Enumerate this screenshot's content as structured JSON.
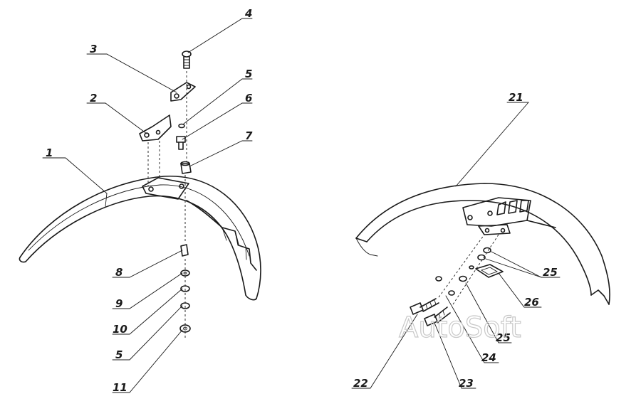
{
  "watermark": "AutoSoft",
  "callouts": [
    {
      "id": "c1",
      "text": "1"
    },
    {
      "id": "c2",
      "text": "2"
    },
    {
      "id": "c3",
      "text": "3"
    },
    {
      "id": "c4",
      "text": "4"
    },
    {
      "id": "c5a",
      "text": "5"
    },
    {
      "id": "c6",
      "text": "6"
    },
    {
      "id": "c7",
      "text": "7"
    },
    {
      "id": "c8",
      "text": "8"
    },
    {
      "id": "c9",
      "text": "9"
    },
    {
      "id": "c10",
      "text": "10"
    },
    {
      "id": "c5b",
      "text": "5"
    },
    {
      "id": "c11",
      "text": "11"
    },
    {
      "id": "c21",
      "text": "21"
    },
    {
      "id": "c25a",
      "text": "25"
    },
    {
      "id": "c26",
      "text": "26"
    },
    {
      "id": "c25b",
      "text": "25"
    },
    {
      "id": "c24",
      "text": "24"
    },
    {
      "id": "c23",
      "text": "23"
    },
    {
      "id": "c22",
      "text": "22"
    }
  ]
}
